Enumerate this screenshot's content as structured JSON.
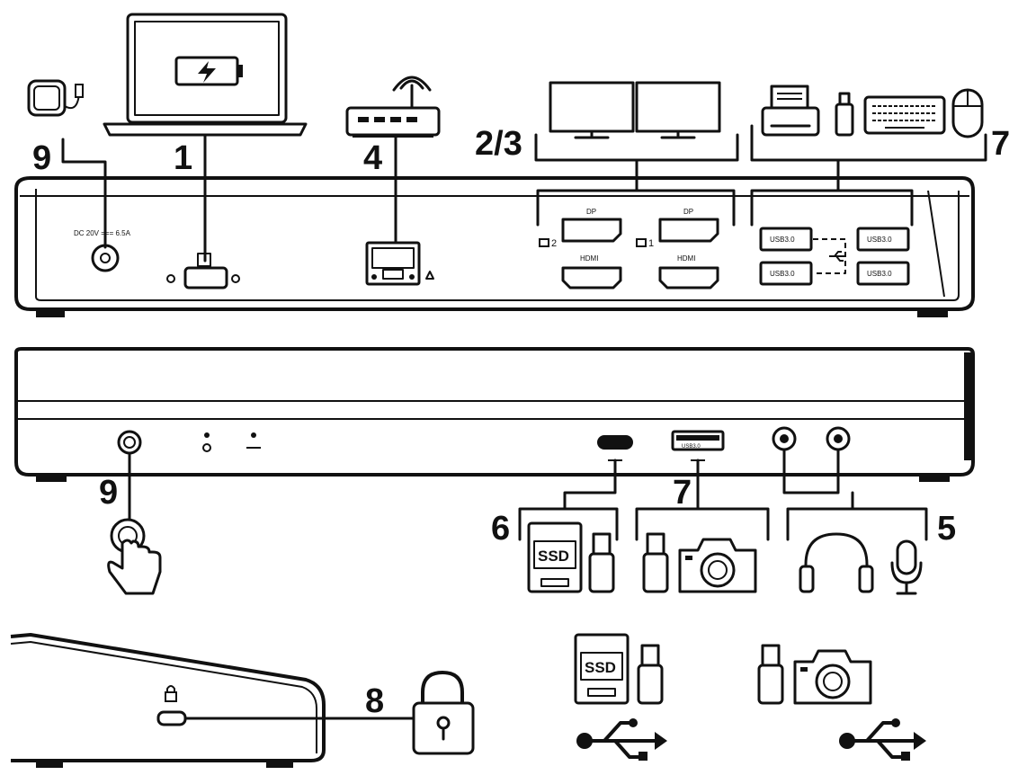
{
  "callouts": {
    "dc_in_top": "9",
    "laptop": "1",
    "network": "4",
    "displays": "2/3",
    "usb_peripherals": "7",
    "power_button": "9",
    "front_usb": "7",
    "usb_c_storage": "6",
    "audio": "5",
    "lock": "8"
  },
  "port_labels": {
    "dc_in": "DC 20V === 6.5A",
    "dp_left": "DP",
    "dp_right": "DP",
    "hdmi_left": "HDMI",
    "hdmi_right": "HDMI",
    "display_2": "2",
    "display_1": "1",
    "usb_a_1": "USB3.0",
    "usb_a_2": "USB3.0",
    "usb_a_3": "USB3.0",
    "usb_a_4": "USB3.0",
    "front_usb_a": "USB3.0"
  },
  "storage_labels": {
    "ssd_front": "SSD",
    "ssd_bottom": "SSD"
  },
  "icons": [
    "adapter-icon",
    "laptop-icon",
    "battery-charging-icon",
    "router-icon",
    "monitor-icon",
    "printer-icon",
    "usb-stick-icon",
    "keyboard-icon",
    "mouse-icon",
    "ethernet-port-icon",
    "displayport-icon",
    "hdmi-icon",
    "usb-a-port-icon",
    "usb-symbol-icon",
    "power-button-icon",
    "hand-press-icon",
    "usb-c-port-icon",
    "ssd-icon",
    "camera-icon",
    "headphones-icon",
    "microphone-icon",
    "audio-jack-icon",
    "padlock-icon",
    "lock-slot-icon"
  ]
}
